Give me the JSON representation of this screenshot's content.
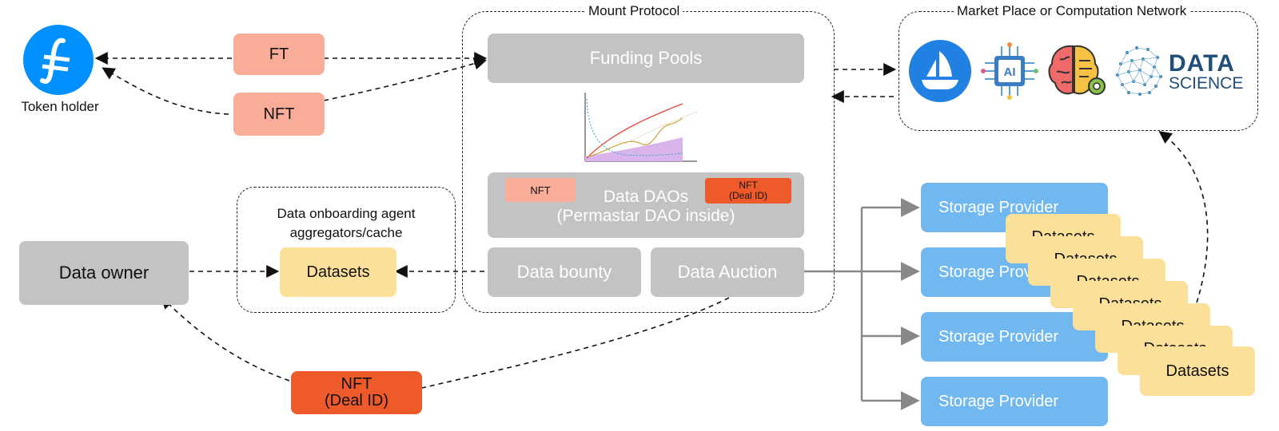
{
  "groups": {
    "mount_protocol": "Mount Protocol",
    "market_place": "Market Place or Computation Network",
    "onboarding": "Data onboarding agent\naggregators/cache"
  },
  "token_holder": {
    "label": "Token holder"
  },
  "tokens": {
    "ft": "FT",
    "nft": "NFT",
    "nft_deal": "NFT",
    "nft_deal_sub": "(Deal ID)"
  },
  "protocol": {
    "funding_pools": "Funding Pools",
    "data_daos": "Data DAOs",
    "data_daos_sub": "(Permastar DAO inside)",
    "nft_tag": "NFT",
    "nft_deal_tag": "NFT",
    "nft_deal_tag_sub": "(Deal ID)",
    "data_bounty": "Data bounty",
    "data_auction": "Data Auction"
  },
  "onboarding_datasets": "Datasets",
  "data_owner": "Data owner",
  "market_icons": {
    "data_science_1": "DATA",
    "data_science_2": "SCIENCE",
    "ai_chip": "AI"
  },
  "storage_providers": [
    "Storage Provider",
    "Storage Provider",
    "Storage Provider",
    "Storage Provider"
  ],
  "datasets_stack": [
    "Datasets",
    "Datasets",
    "Datasets",
    "Datasets",
    "Datasets",
    "Datasets",
    "Datasets"
  ],
  "colors": {
    "gray": "#c3c3c3",
    "salmon": "#f9ad98",
    "red": "#ef5a2b",
    "yellow": "#fbe09a",
    "blue": "#71b8f1",
    "filecoin": "#0090ff",
    "opensea": "#2081e2"
  }
}
